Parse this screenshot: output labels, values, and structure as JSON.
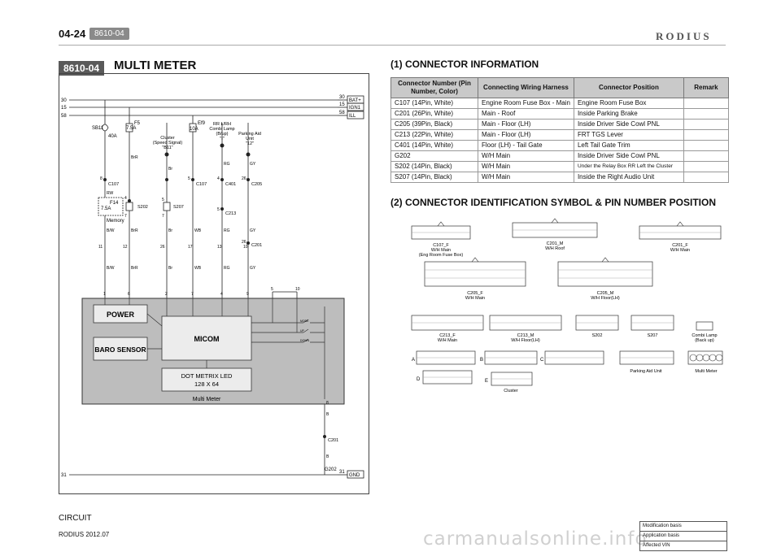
{
  "header": {
    "page_number": "04-24",
    "section_tag": "8610-04",
    "brand": "RODIUS"
  },
  "section": {
    "code": "8610-04",
    "title": "MULTI METER"
  },
  "circuit": {
    "rails": [
      {
        "left": "30",
        "right": "30",
        "tag": "BAT+"
      },
      {
        "left": "15",
        "right": "15",
        "tag": "IGN1"
      },
      {
        "left": "58",
        "right": "58",
        "tag": "ILL"
      }
    ],
    "ground": {
      "left": "31",
      "right": "31",
      "tag": "GND",
      "connector": "G202"
    },
    "fuses": [
      {
        "name": "SB11",
        "rating": "40A"
      },
      {
        "name": "F5",
        "rating": "7.5A"
      },
      {
        "name": "Ef9",
        "rating": "10A"
      }
    ],
    "memory_fuse": {
      "name": "F14",
      "rating": "7.5A",
      "label": "Memory"
    },
    "signals": {
      "cluster": [
        "Cluster",
        "(Speed Signal)",
        "\"B11\""
      ],
      "rr_lamp": [
        "RR L/RH",
        "Combi Lamp",
        "(B/up)",
        "\"I\""
      ],
      "parking": [
        "Parking Aid",
        "Unit",
        "\"12\""
      ]
    },
    "connectors": [
      "C107",
      "S202",
      "S207",
      "C107",
      "C401",
      "C205",
      "C213",
      "C201",
      "C201"
    ],
    "pin_numbers": [
      "8",
      "4",
      "5",
      "5",
      "4",
      "26",
      "7",
      "7",
      "5",
      "26",
      "11",
      "12",
      "26",
      "17",
      "13",
      "10"
    ],
    "wires": [
      "RW",
      "B/W",
      "BrR",
      "BrR",
      "Br",
      "Br",
      "WB",
      "RG",
      "RG",
      "GY",
      "GY",
      "B/W",
      "BrR",
      "Br",
      "WB",
      "RG",
      "GY",
      "B",
      "B"
    ],
    "meter_pins": [
      "1",
      "6",
      "2",
      "7",
      "4",
      "9",
      "5",
      "10",
      "8"
    ],
    "blocks": {
      "power": "POWER",
      "baro": "BARO SENSOR",
      "micom": "MICOM",
      "led_1": "DOT METRIX LED",
      "led_2": "128 X 64",
      "meter_label": "Multi Meter"
    },
    "switch_labels": [
      "MODE",
      "UP",
      "DOWN"
    ]
  },
  "connector_info": {
    "title": "(1) CONNECTOR INFORMATION",
    "headers": [
      "Connector Number (Pin Number, Color)",
      "Connecting Wiring Harness",
      "Connector Position",
      "Remark"
    ],
    "rows": [
      [
        "C107 (14Pin, White)",
        "Engine Room Fuse Box - Main",
        "Engine Room Fuse Box",
        ""
      ],
      [
        "C201 (26Pin, White)",
        "Main - Roof",
        "Inside Parking Brake",
        ""
      ],
      [
        "C205 (39Pin, Black)",
        "Main - Floor (LH)",
        "Inside Driver Side Cowl PNL",
        ""
      ],
      [
        "C213 (22Pin, White)",
        "Main - Floor (LH)",
        "FRT TGS Lever",
        ""
      ],
      [
        "C401 (14Pin, White)",
        "Floor (LH) - Tail Gate",
        "Left Tail Gate Trim",
        ""
      ],
      [
        "G202",
        "W/H Main",
        "Inside Driver Side Cowl PNL",
        ""
      ],
      [
        "S202 (14Pin, Black)",
        "W/H Main",
        "Under the Relay Box RR Left the Cluster",
        ""
      ],
      [
        "S207 (14Pin, Black)",
        "W/H Main",
        "Inside the Right Audio Unit",
        ""
      ]
    ]
  },
  "pin_section": {
    "title": "(2) CONNECTOR IDENTIFICATION SYMBOL & PIN NUMBER POSITION",
    "labels": {
      "c107f": [
        "C107_F",
        "W/H Main",
        "(Eng Room Fuse Box)"
      ],
      "c201m": [
        "C201_M",
        "W/H Roof"
      ],
      "c201f": [
        "C201_F",
        "W/H Main"
      ],
      "c205f": [
        "C205_F",
        "W/H Main"
      ],
      "c205m": [
        "C205_M",
        "W/H Floor(LH)"
      ],
      "c213f": [
        "C213_F",
        "W/H Main"
      ],
      "c213m": [
        "C213_M",
        "W/H Floor(LH)"
      ],
      "s202": [
        "S202"
      ],
      "s207": [
        "S207"
      ],
      "combi": [
        "Combi Lamp",
        "(Back up)"
      ],
      "cluster": [
        "Cluster"
      ],
      "parking": [
        "Parking Aid Unit"
      ],
      "meter": [
        "Multi Meter"
      ]
    },
    "cluster_letters": [
      "A",
      "B",
      "C",
      "D",
      "E"
    ]
  },
  "footer": {
    "circuit": "CIRCUIT",
    "model": "RODIUS 2012.07",
    "box": [
      "Modification basis",
      "Application basis",
      "Affected VIN"
    ],
    "watermark": "carmanualsonline.info"
  }
}
